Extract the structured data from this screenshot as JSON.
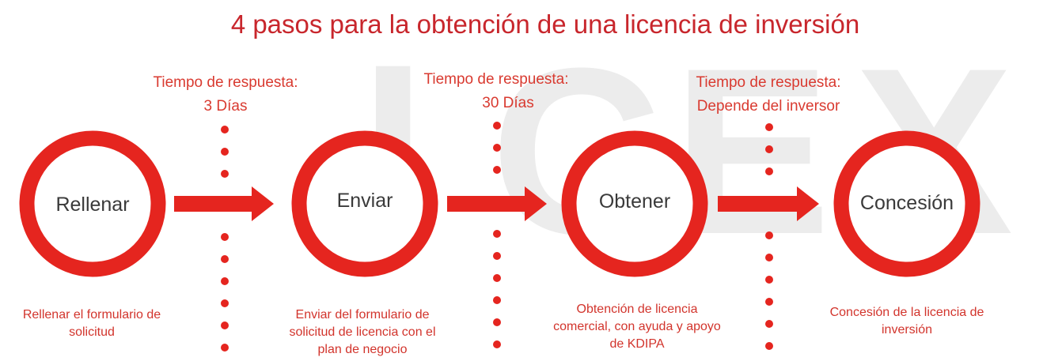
{
  "title": "4 pasos para la obtención de una licencia de inversión",
  "watermark": {
    "text": "ICEX",
    "color": "#ececec"
  },
  "colors": {
    "accent": "#e5251f",
    "title": "#c8262c",
    "text_dark": "#3a3a3a"
  },
  "steps": [
    {
      "label": "Rellenar",
      "description": "Rellenar el formulario de solicitud"
    },
    {
      "label": "Enviar",
      "description": "Enviar del formulario de solicitud de licencia con el plan de negocio"
    },
    {
      "label": "Obtener",
      "description": "Obtención de licencia comercial, con ayuda y apoyo de KDIPA"
    },
    {
      "label": "Concesión",
      "description": "Concesión de la licencia de inversión"
    }
  ],
  "response_times": [
    {
      "heading": "Tiempo de respuesta:",
      "value": "3 Días"
    },
    {
      "heading": "Tiempo de respuesta:",
      "value": "30 Días"
    },
    {
      "heading": "Tiempo de respuesta:",
      "value": "Depende del inversor"
    }
  ]
}
